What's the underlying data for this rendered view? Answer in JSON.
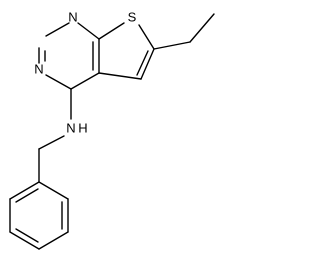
{
  "molecule": {
    "atoms": {
      "n1": "N",
      "n3": "N",
      "s": "S",
      "nh": "N",
      "h": "H"
    },
    "colors": {
      "bond": "#000000",
      "label": "#000000",
      "background": "#ffffff"
    }
  }
}
